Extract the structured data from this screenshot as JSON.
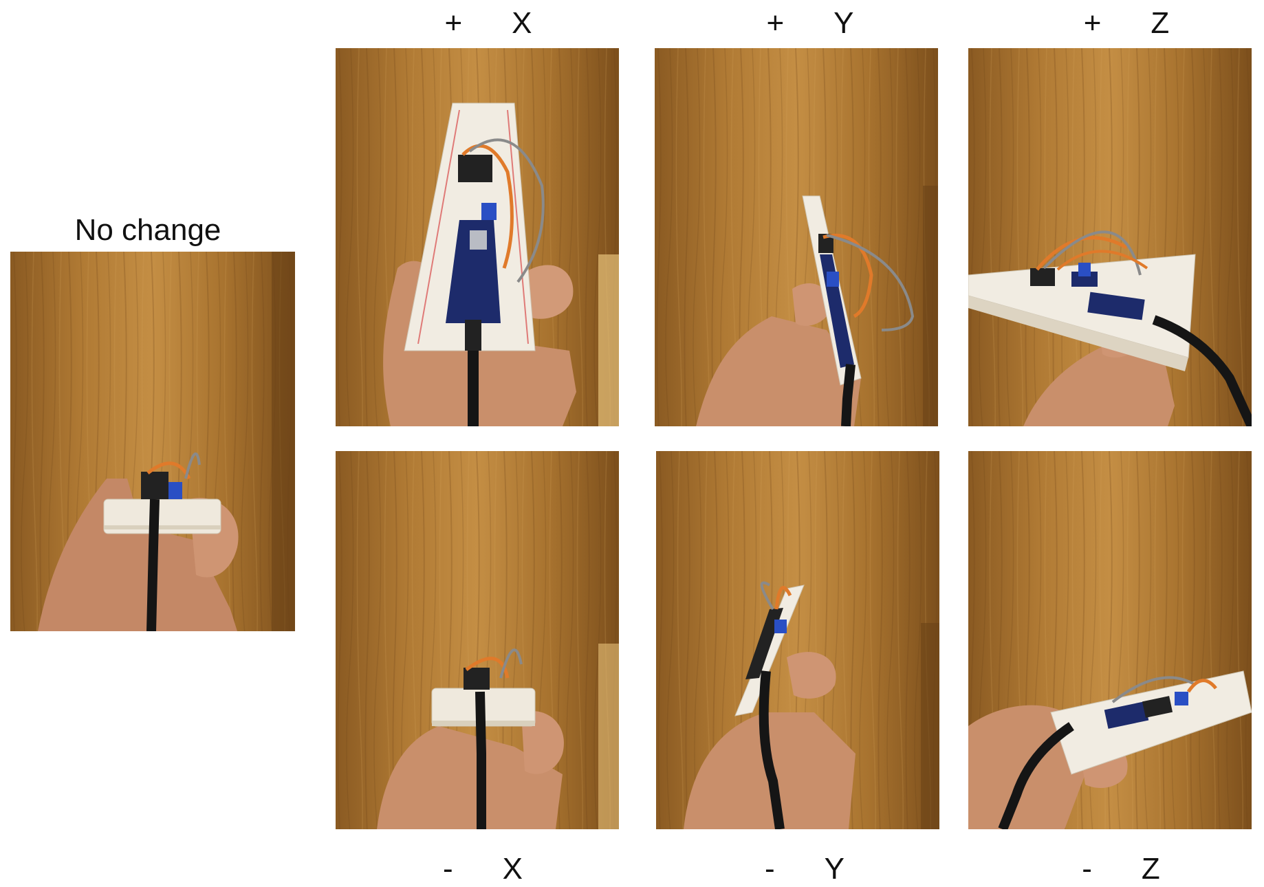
{
  "labels": {
    "no_change": "No change",
    "plus_x": {
      "sign": "+",
      "axis": "X"
    },
    "plus_y": {
      "sign": "+",
      "axis": "Y"
    },
    "plus_z": {
      "sign": "+",
      "axis": "Z"
    },
    "minus_x": {
      "sign": "-",
      "axis": "X"
    },
    "minus_y": {
      "sign": "-",
      "axis": "Y"
    },
    "minus_z": {
      "sign": "-",
      "axis": "Z"
    }
  },
  "colors": {
    "wood_light": "#c08a3e",
    "wood_dark": "#7a4e1c",
    "breadboard": "#f1ece2",
    "skin": "#c98f6b",
    "cable": "#151515",
    "wire_orange": "#e07a2a",
    "wire_gray": "#8a8a8a",
    "board_blue": "#1d2b6b",
    "pot_blue": "#2a4fc4"
  }
}
